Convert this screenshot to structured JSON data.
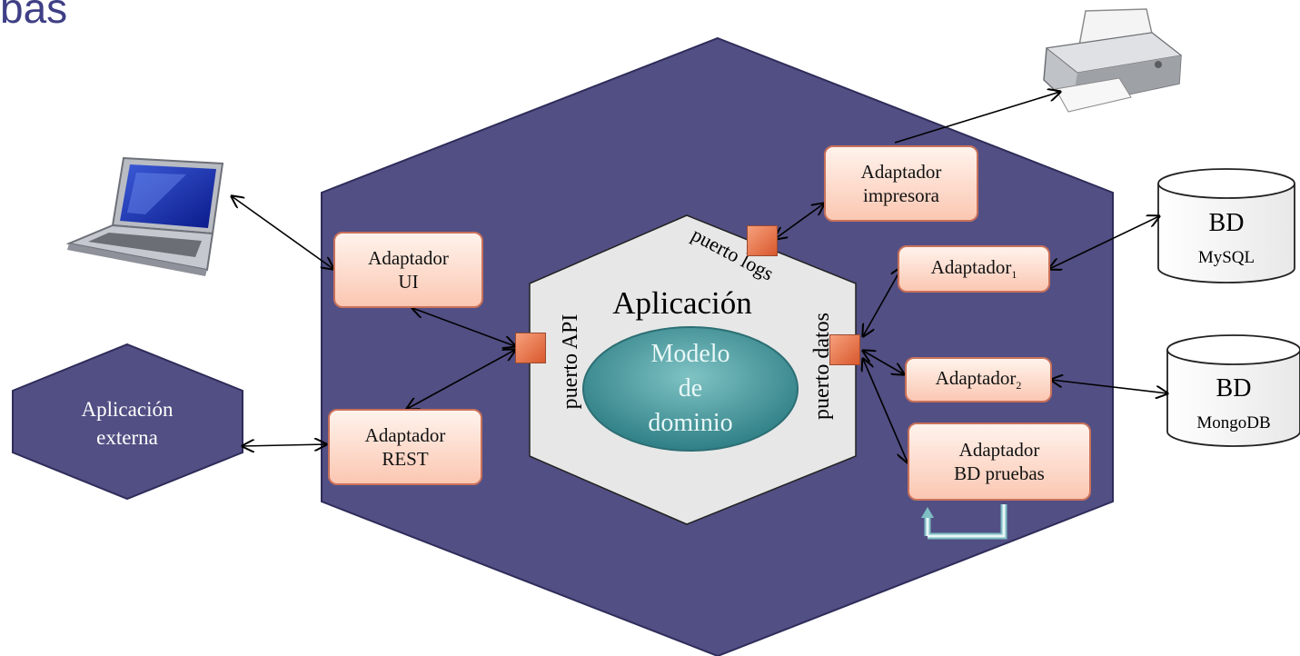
{
  "title_fragment": "bas",
  "application": {
    "title": "Aplicación",
    "core": [
      "Modelo",
      "de",
      "dominio"
    ]
  },
  "ports": {
    "api": "puerto API",
    "logs": "puerto logs",
    "datos": "puerto datos"
  },
  "adapters": {
    "ui": [
      "Adaptador",
      "UI"
    ],
    "rest": [
      "Adaptador",
      "REST"
    ],
    "impresora": [
      "Adaptador",
      "impresora"
    ],
    "adaptador1": {
      "base": "Adaptador",
      "sub": "1"
    },
    "adaptador2": {
      "base": "Adaptador",
      "sub": "2"
    },
    "pruebas": [
      "Adaptador",
      "BD pruebas"
    ]
  },
  "external_app": [
    "Aplicación",
    "externa"
  ],
  "databases": {
    "mysql": {
      "title": "BD",
      "name": "MySQL"
    },
    "mongodb": {
      "title": "BD",
      "name": "MongoDB"
    }
  },
  "colors": {
    "outer_hexagon": "#524f84",
    "inner_hexagon": "#e7e7e7",
    "core_ellipse": "#3f8f93",
    "adapter_fill": "#fcd2c0",
    "adapter_border": "#c9715a",
    "port": "#e06a3e"
  },
  "icons": [
    "laptop-icon",
    "printer-icon",
    "database-icon"
  ]
}
